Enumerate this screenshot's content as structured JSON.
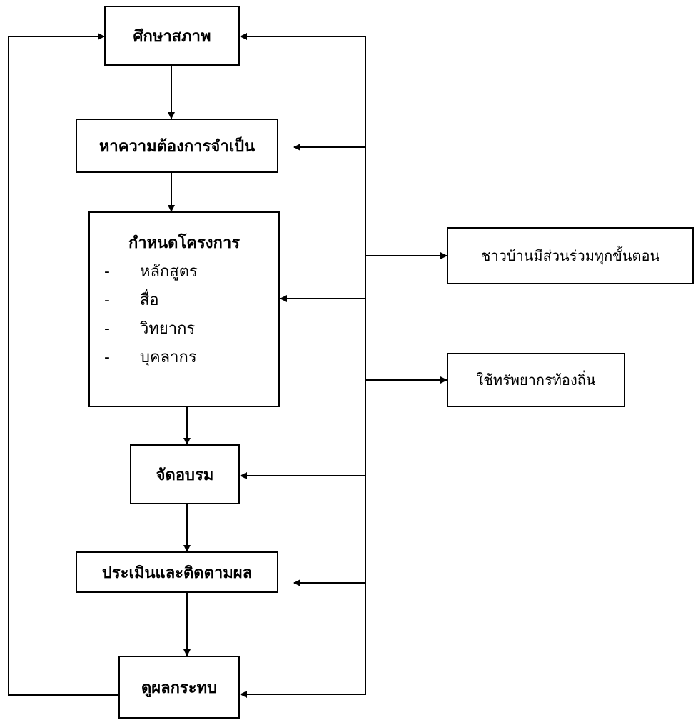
{
  "steps": {
    "study": "ศึกษาสภาพ",
    "needs": "หาความต้องการจำเป็น",
    "plan": {
      "title": "กำหนดโครงการ",
      "items": [
        {
          "dash": "-",
          "text": "หลักสูตร"
        },
        {
          "dash": "-",
          "text": "สื่อ"
        },
        {
          "dash": "-",
          "text": "วิทยากร"
        },
        {
          "dash": "-",
          "text": "บุคลากร"
        }
      ]
    },
    "training": "จัดอบรม",
    "evaluate": "ประเมินและติดตามผล",
    "impact": "ดูผลกระทบ"
  },
  "side_notes": {
    "participation": "ชาวบ้านมีส่วนร่วมทุกขั้นตอน",
    "local_resources": "ใช้ทรัพยากรท้องถิ่น"
  }
}
